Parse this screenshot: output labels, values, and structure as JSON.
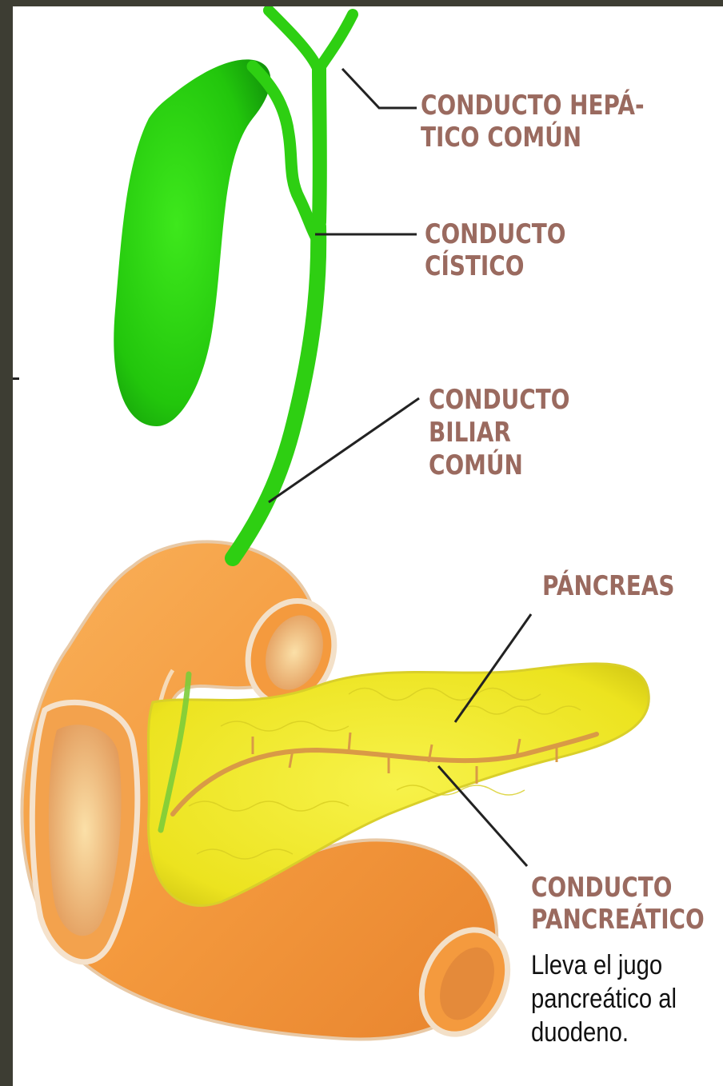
{
  "labels": {
    "hepatic_duct": [
      "CONDUCTO HEPÁ-",
      "TICO COMÚN"
    ],
    "cystic_duct": [
      "CONDUCTO",
      "CÍSTICO"
    ],
    "bile_duct": [
      "CONDUCTO",
      "BILIAR",
      "COMÚN"
    ],
    "pancreas": "PÁNCREAS",
    "pancreatic_duct": [
      "CONDUCTO",
      "PANCREÁTICO"
    ],
    "pancreatic_duct_desc": [
      "Lleva el jugo",
      "pancreático al",
      "duodeno."
    ]
  },
  "colors": {
    "frame": "#3d3d33",
    "gallbladder": "#2fcf12",
    "duodenum": "#f7a04a",
    "pancreas": "#f2ec2a",
    "label_text": "#9a6a5f"
  }
}
